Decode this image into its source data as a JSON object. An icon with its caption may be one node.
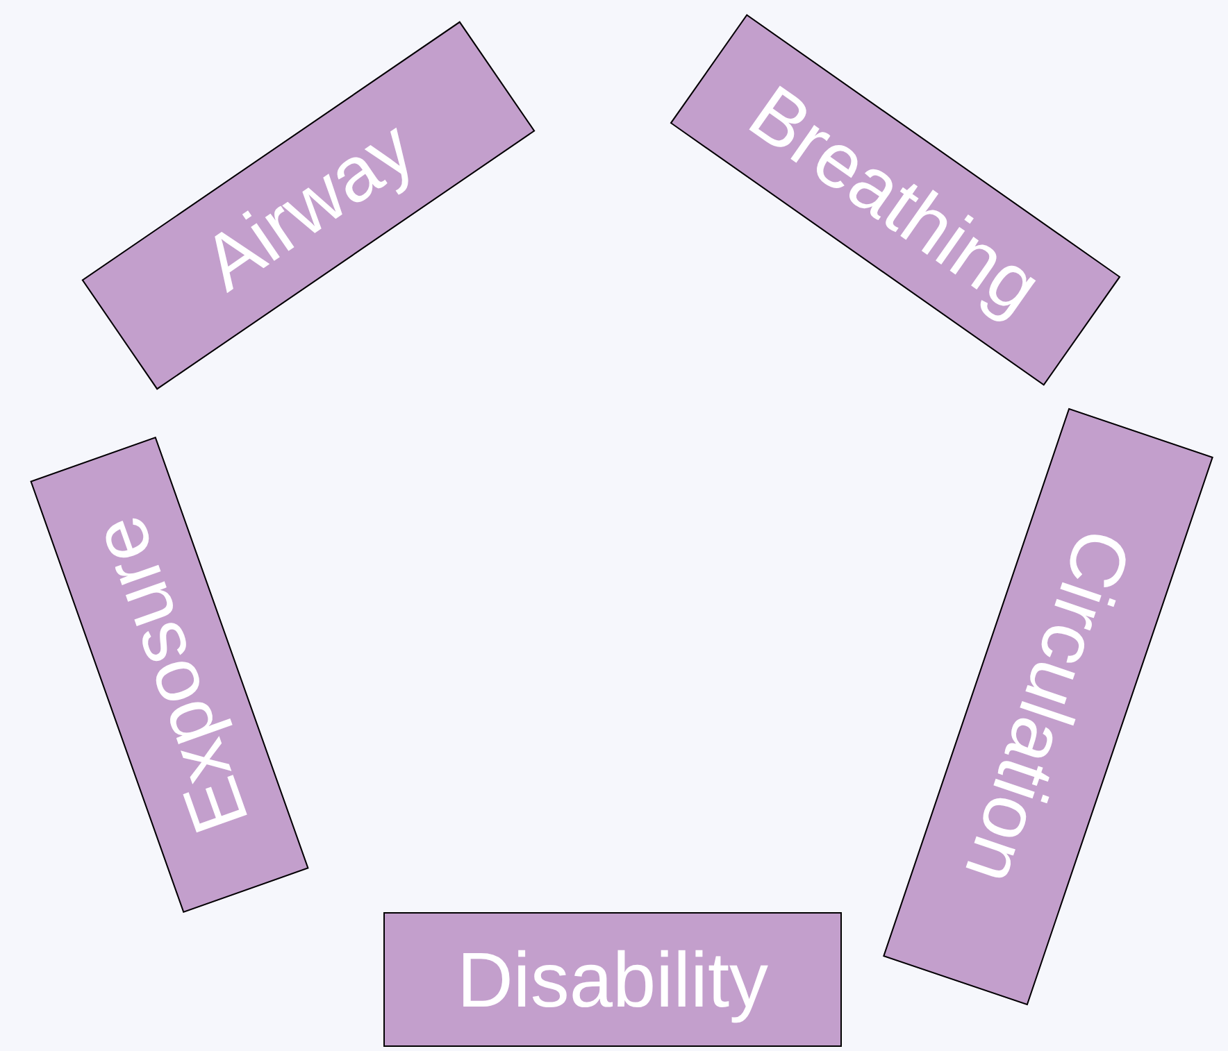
{
  "diagram": {
    "nodes": [
      {
        "text": [
          "Airway"
        ]
      },
      {
        "text": [
          "Breathing"
        ]
      },
      {
        "text": [
          "Circulation"
        ]
      },
      {
        "text": [
          "Disability"
        ]
      },
      {
        "text": [
          "Exposure"
        ]
      }
    ]
  }
}
